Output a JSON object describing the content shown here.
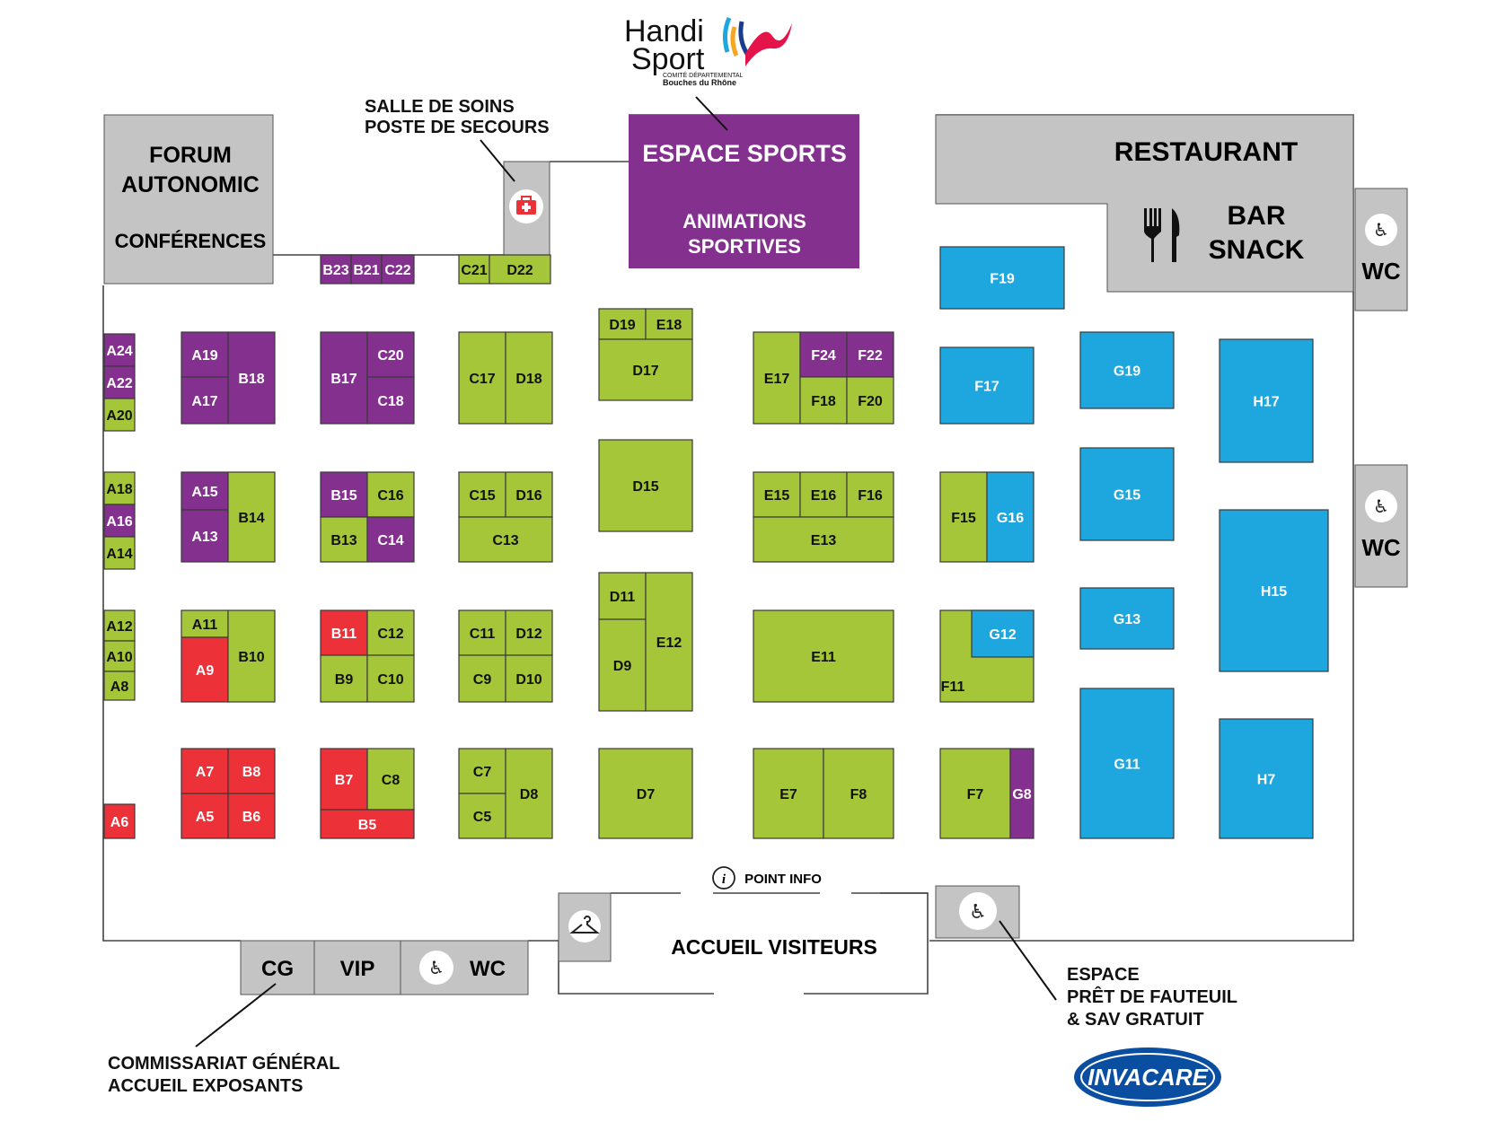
{
  "colors": {
    "green": "#a6c63a",
    "purple": "#84308f",
    "red": "#ec3238",
    "blue": "#1ea7de",
    "gray": "#c4c4c4",
    "outline": "#444444"
  },
  "logos": {
    "handisport": {
      "line1": "Handi",
      "line2": "Sport",
      "sub1": "COMITÉ DÉPARTEMENTAL",
      "sub2": "Bouches du Rhône"
    },
    "invacare": "INVACARE"
  },
  "zones": {
    "forum": {
      "line1": "FORUM",
      "line2": "AUTONOMIC",
      "line3": "CONFÉRENCES"
    },
    "espace_sports": {
      "title": "ESPACE SPORTS",
      "line1": "ANIMATIONS",
      "line2": "SPORTIVES"
    },
    "restaurant": {
      "title": "RESTAURANT",
      "bar1": "BAR",
      "bar2": "SNACK",
      "icon": "cutlery-icon"
    },
    "wc_labels": [
      "WC",
      "WC",
      "WC"
    ],
    "bottom_rooms": {
      "cg": "CG",
      "vip": "VIP",
      "wc": "WC"
    },
    "accueil": "ACCUEIL VISITEURS",
    "point_info": "POINT INFO"
  },
  "callouts": {
    "salle_soins": [
      "SALLE DE SOINS",
      "POSTE DE SECOURS"
    ],
    "commissariat": [
      "COMMISSARIAT GÉNÉRAL",
      "ACCUEIL EXPOSANTS"
    ],
    "espace_pret": [
      "ESPACE",
      "PRÊT DE FAUTEUIL",
      "& SAV GRATUIT"
    ]
  },
  "icons": [
    "first-aid-icon",
    "wheelchair-icon",
    "hanger-icon",
    "info-icon",
    "cutlery-icon"
  ],
  "booths": [
    {
      "id": "A24",
      "c": "purple"
    },
    {
      "id": "A22",
      "c": "purple"
    },
    {
      "id": "A20",
      "c": "green"
    },
    {
      "id": "A18",
      "c": "green"
    },
    {
      "id": "A16",
      "c": "purple"
    },
    {
      "id": "A14",
      "c": "green"
    },
    {
      "id": "A12",
      "c": "green"
    },
    {
      "id": "A10",
      "c": "green"
    },
    {
      "id": "A8",
      "c": "green"
    },
    {
      "id": "A6",
      "c": "red"
    },
    {
      "id": "A19",
      "c": "purple"
    },
    {
      "id": "A17",
      "c": "purple"
    },
    {
      "id": "B18",
      "c": "purple"
    },
    {
      "id": "A15",
      "c": "purple"
    },
    {
      "id": "A13",
      "c": "purple"
    },
    {
      "id": "B14",
      "c": "green"
    },
    {
      "id": "A11",
      "c": "green"
    },
    {
      "id": "A9",
      "c": "red"
    },
    {
      "id": "B10",
      "c": "green"
    },
    {
      "id": "A7",
      "c": "red"
    },
    {
      "id": "B8",
      "c": "red"
    },
    {
      "id": "A5",
      "c": "red"
    },
    {
      "id": "B6",
      "c": "red"
    },
    {
      "id": "B23",
      "c": "purple"
    },
    {
      "id": "B21",
      "c": "purple"
    },
    {
      "id": "C22",
      "c": "purple"
    },
    {
      "id": "B17",
      "c": "purple"
    },
    {
      "id": "C20",
      "c": "purple"
    },
    {
      "id": "C18",
      "c": "purple"
    },
    {
      "id": "B15",
      "c": "purple"
    },
    {
      "id": "C16",
      "c": "green"
    },
    {
      "id": "B13",
      "c": "green"
    },
    {
      "id": "C14",
      "c": "purple"
    },
    {
      "id": "B11",
      "c": "red"
    },
    {
      "id": "C12",
      "c": "green"
    },
    {
      "id": "B9",
      "c": "green"
    },
    {
      "id": "C10",
      "c": "green"
    },
    {
      "id": "B7",
      "c": "red"
    },
    {
      "id": "C8",
      "c": "green"
    },
    {
      "id": "B5",
      "c": "red"
    },
    {
      "id": "C21",
      "c": "green"
    },
    {
      "id": "D22",
      "c": "green"
    },
    {
      "id": "C17",
      "c": "green"
    },
    {
      "id": "D18",
      "c": "green"
    },
    {
      "id": "C15",
      "c": "green"
    },
    {
      "id": "D16",
      "c": "green"
    },
    {
      "id": "C13",
      "c": "green"
    },
    {
      "id": "C11",
      "c": "green"
    },
    {
      "id": "D12",
      "c": "green"
    },
    {
      "id": "C9",
      "c": "green"
    },
    {
      "id": "D10",
      "c": "green"
    },
    {
      "id": "C7",
      "c": "green"
    },
    {
      "id": "C5",
      "c": "green"
    },
    {
      "id": "D8",
      "c": "green"
    },
    {
      "id": "D19",
      "c": "green"
    },
    {
      "id": "E18",
      "c": "green"
    },
    {
      "id": "D17",
      "c": "green"
    },
    {
      "id": "D15",
      "c": "green"
    },
    {
      "id": "D11",
      "c": "green"
    },
    {
      "id": "D9",
      "c": "green"
    },
    {
      "id": "E12",
      "c": "green"
    },
    {
      "id": "D7",
      "c": "green"
    },
    {
      "id": "E17",
      "c": "green"
    },
    {
      "id": "F24",
      "c": "purple"
    },
    {
      "id": "F22",
      "c": "purple"
    },
    {
      "id": "F18",
      "c": "green"
    },
    {
      "id": "F20",
      "c": "green"
    },
    {
      "id": "E15",
      "c": "green"
    },
    {
      "id": "E16",
      "c": "green"
    },
    {
      "id": "F16",
      "c": "green"
    },
    {
      "id": "E13",
      "c": "green"
    },
    {
      "id": "E11",
      "c": "green"
    },
    {
      "id": "E7",
      "c": "green"
    },
    {
      "id": "F8",
      "c": "green"
    },
    {
      "id": "F19",
      "c": "blue"
    },
    {
      "id": "F17",
      "c": "blue"
    },
    {
      "id": "F15",
      "c": "green"
    },
    {
      "id": "G16",
      "c": "blue"
    },
    {
      "id": "F11",
      "c": "green"
    },
    {
      "id": "G12",
      "c": "blue"
    },
    {
      "id": "F7",
      "c": "green"
    },
    {
      "id": "G8",
      "c": "purple"
    },
    {
      "id": "G19",
      "c": "blue"
    },
    {
      "id": "G15",
      "c": "blue"
    },
    {
      "id": "G13",
      "c": "blue"
    },
    {
      "id": "G11",
      "c": "blue"
    },
    {
      "id": "H17",
      "c": "blue"
    },
    {
      "id": "H15",
      "c": "blue"
    },
    {
      "id": "H7",
      "c": "blue"
    }
  ]
}
